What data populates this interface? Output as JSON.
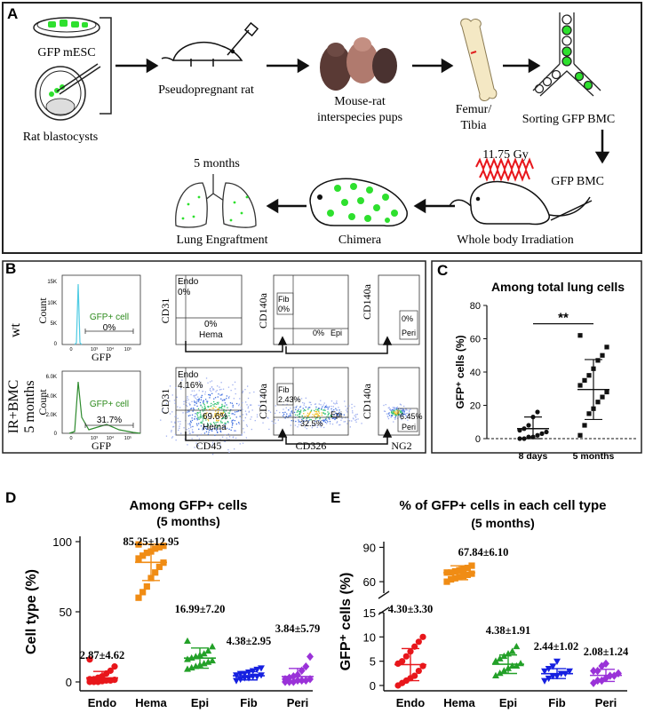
{
  "panelA": {
    "letter": "A",
    "gfp_mesc": "GFP mESC",
    "rat_blastocysts": "Rat blastocysts",
    "pseudopregnant": "Pseudopregnant rat",
    "pups_line1": "Mouse-rat",
    "pups_line2": "interspecies pups",
    "femur_line1": "Femur/",
    "femur_line2": "Tibia",
    "sorting": "Sorting GFP BMC",
    "dose": "11.75 Gy",
    "gfp_bmc": "GFP BMC",
    "irradiation": "Whole body Irradiation",
    "chimera": "Chimera",
    "months": "5 months",
    "lung": "Lung Engraftment"
  },
  "panelB": {
    "letter": "B",
    "row1_label": "wt",
    "row2_label1": "IR+BMC",
    "row2_label2": "5 months",
    "hist": {
      "ylabel": "Count",
      "xlabel": "GFP",
      "gate_label": "GFP+ cell",
      "wt_pct": "0%",
      "ir_pct": "31.7%",
      "wt_yticks": [
        "15K",
        "10K",
        "5K",
        "0"
      ],
      "ir_yticks": [
        "6.0K",
        "4.0K",
        "2.0K",
        "0"
      ],
      "xticks": [
        "0",
        "10³",
        "10⁴",
        "10⁵"
      ]
    },
    "plot1": {
      "xlabel": "CD45",
      "ylabel": "CD31",
      "endo": "Endo",
      "hema": "Hema",
      "wt_endo": "0%",
      "wt_hema": "0%",
      "ir_endo": "4.16%",
      "ir_hema": "69.6%"
    },
    "plot2": {
      "xlabel": "CD326",
      "ylabel": "CD140a",
      "fib": "Fib",
      "epi": "Epi",
      "wt_fib": "0%",
      "wt_epi": "0%",
      "ir_fib": "2.43%",
      "ir_epi": "32.5%"
    },
    "plot3": {
      "xlabel": "NG2",
      "ylabel": "CD140a",
      "peri": "Peri",
      "wt_peri": "0%",
      "ir_peri": "6.45%"
    }
  },
  "panelC": {
    "letter": "C",
    "title": "Among total lung cells",
    "ylabel": "GFP⁺ cells (%)",
    "significance": "**",
    "chart_data": {
      "type": "scatter",
      "categories": [
        "8 days",
        "5 months"
      ],
      "ylim": [
        0,
        80
      ],
      "yticks": [
        0,
        20,
        40,
        60,
        80
      ],
      "series": [
        {
          "name": "8 days",
          "mean": 6,
          "sd": 7,
          "values": [
            0,
            0,
            1,
            1,
            2,
            3,
            4,
            5,
            6,
            8,
            13,
            16
          ]
        },
        {
          "name": "5 months",
          "mean": 29.5,
          "sd": 18,
          "values": [
            2,
            8,
            15,
            18,
            22,
            25,
            28,
            32,
            35,
            38,
            42,
            47,
            50,
            55,
            62
          ]
        }
      ]
    }
  },
  "panelD": {
    "letter": "D",
    "title1": "Among GFP+ cells",
    "title2": "(5 months)",
    "ylabel": "Cell type (%)",
    "chart_data": {
      "type": "scatter",
      "categories": [
        "Endo",
        "Hema",
        "Epi",
        "Fib",
        "Peri"
      ],
      "ylim": [
        0,
        100
      ],
      "yticks": [
        0,
        50,
        100
      ],
      "labels": [
        "2.87±4.62",
        "85.25±12.95",
        "16.99±7.20",
        "4.38±2.95",
        "3.84±5.79"
      ],
      "means": [
        2.87,
        85.25,
        16.99,
        4.38,
        3.84
      ],
      "sds": [
        4.62,
        12.95,
        7.2,
        2.95,
        5.79
      ],
      "colors": [
        "#e8161b",
        "#f08c14",
        "#23a028",
        "#1620e0",
        "#9a32d8"
      ],
      "points": [
        [
          0,
          0,
          0,
          0.5,
          1,
          1,
          1.5,
          2,
          2,
          3,
          4,
          6,
          8,
          11,
          16
        ],
        [
          60,
          64,
          68,
          74,
          78,
          82,
          85,
          88,
          90,
          92,
          93,
          95,
          96,
          97,
          98
        ],
        [
          9,
          10,
          11,
          12,
          13,
          14,
          15,
          16,
          17,
          18,
          19,
          20,
          22,
          25,
          29
        ],
        [
          1,
          2,
          3,
          3,
          4,
          4,
          5,
          5,
          6,
          6,
          7,
          8,
          9,
          10
        ],
        [
          0,
          0,
          0,
          1,
          1,
          1,
          2,
          2,
          3,
          4,
          5,
          8,
          11,
          18
        ]
      ]
    }
  },
  "panelE": {
    "letter": "E",
    "title1": "% of GFP+ cells in each cell type",
    "title2": "(5 months)",
    "ylabel": "GFP⁺ cells (%)",
    "chart_data": {
      "type": "scatter",
      "categories": [
        "Endo",
        "Hema",
        "Epi",
        "Fib",
        "Peri"
      ],
      "lower_ylim": [
        0,
        15
      ],
      "lower_yticks": [
        0,
        5,
        10,
        15
      ],
      "upper_ylim": [
        50,
        95
      ],
      "upper_yticks": [
        60,
        90
      ],
      "labels": [
        "4.30±3.30",
        "67.84±6.10",
        "4.38±1.91",
        "2.44±1.02",
        "2.08±1.24"
      ],
      "means": [
        4.3,
        67.84,
        4.38,
        2.44,
        2.08
      ],
      "sds": [
        3.3,
        6.1,
        1.91,
        1.02,
        1.24
      ],
      "colors": [
        "#e8161b",
        "#f08c14",
        "#23a028",
        "#1620e0",
        "#9a32d8"
      ],
      "points": [
        [
          0,
          0.5,
          1,
          1.5,
          2,
          3,
          4,
          4.5,
          5,
          6,
          7,
          8,
          9,
          10
        ],
        [
          60,
          62,
          63,
          64,
          65,
          66,
          67,
          68,
          68,
          69,
          70,
          71,
          72,
          74
        ],
        [
          2,
          2.5,
          3,
          3.5,
          4,
          4,
          4.5,
          5,
          5.5,
          6,
          6.5,
          7,
          8
        ],
        [
          1,
          1.5,
          2,
          2,
          2.5,
          2.5,
          3,
          3,
          3.5,
          4,
          5
        ],
        [
          0.5,
          1,
          1,
          1.5,
          2,
          2,
          2.5,
          3,
          3,
          4,
          4.5
        ]
      ]
    }
  }
}
